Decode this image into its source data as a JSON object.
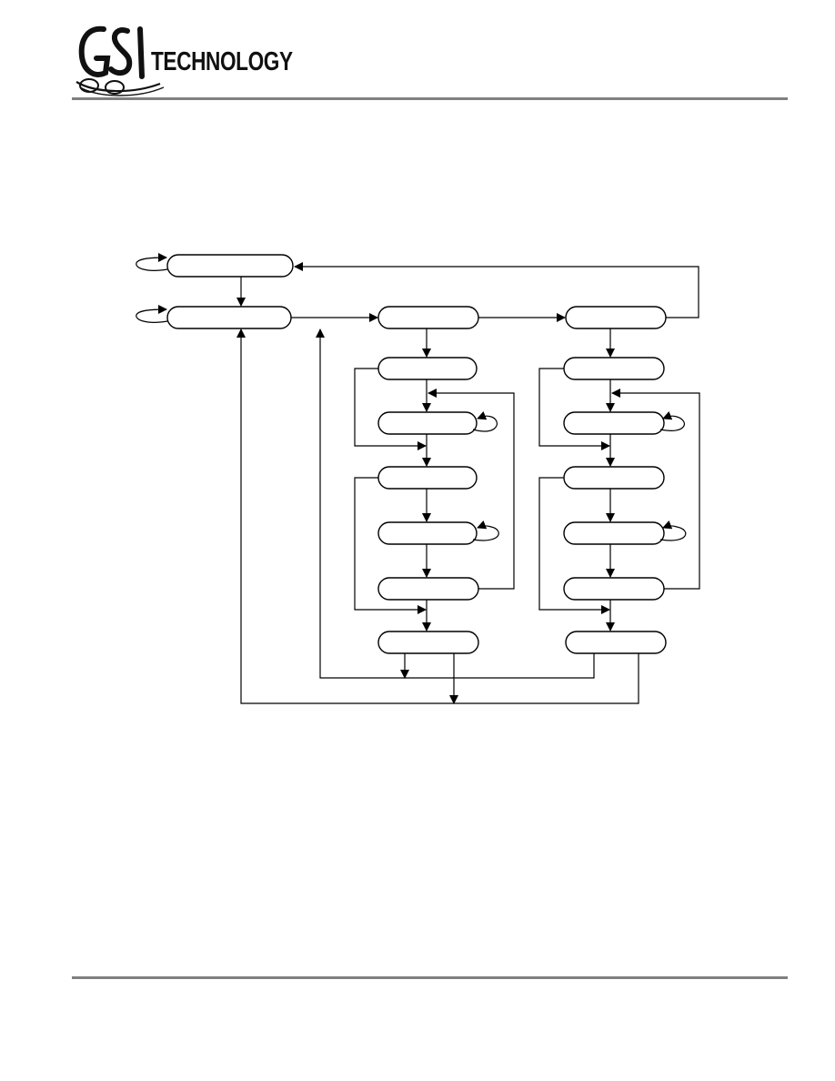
{
  "header": {
    "logo_text": "TECHNOLOGY",
    "logo_monogram": "GSI",
    "rule_color": "#808080"
  },
  "footer": {
    "rule_color": "#808080"
  },
  "diagram": {
    "type": "state-flow",
    "node_count": 16,
    "labels_visible": false,
    "stroke_color": "#000000"
  }
}
